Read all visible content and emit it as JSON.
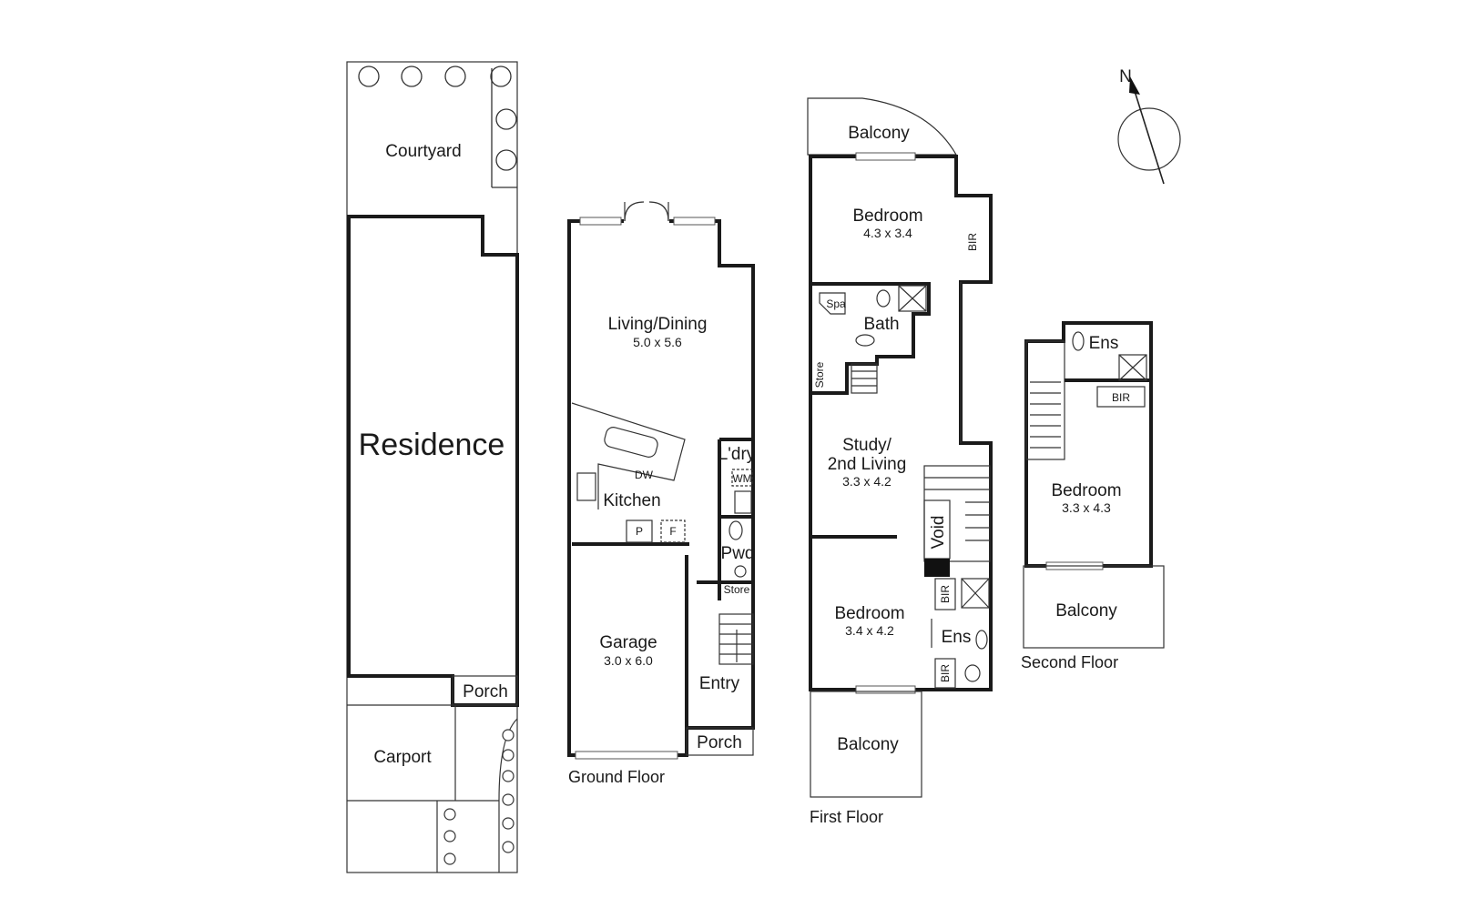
{
  "site": {
    "courtyard": "Courtyard",
    "residence": "Residence",
    "porch": "Porch",
    "carport": "Carport"
  },
  "ground_floor": {
    "title": "Ground Floor",
    "living": {
      "name": "Living/Dining",
      "dims": "5.0 x 5.6"
    },
    "kitchen": "Kitchen",
    "dw": "DW",
    "pantry": "P",
    "fridge": "F",
    "laundry": "L'dry",
    "wm": "WM",
    "pwd": "Pwd",
    "store": "Store",
    "garage": {
      "name": "Garage",
      "dims": "3.0 x 6.0"
    },
    "entry": "Entry",
    "porch": "Porch"
  },
  "first_floor": {
    "title": "First Floor",
    "balcony_top": "Balcony",
    "bedroom1": {
      "name": "Bedroom",
      "dims": "4.3 x 3.4"
    },
    "bir1": "BIR",
    "spa": "Spa",
    "bath": "Bath",
    "store": "Store",
    "study": {
      "line1": "Study/",
      "line2": "2nd Living",
      "dims": "3.3 x 4.2"
    },
    "void": "Void",
    "bedroom2": {
      "name": "Bedroom",
      "dims": "3.4 x 4.2"
    },
    "bir2": "BIR",
    "ens": "Ens",
    "bir3": "BIR",
    "balcony_bottom": "Balcony"
  },
  "second_floor": {
    "title": "Second Floor",
    "ens": "Ens",
    "bir": "BIR",
    "bedroom": {
      "name": "Bedroom",
      "dims": "3.3 x 4.3"
    },
    "balcony": "Balcony"
  },
  "compass": {
    "label": "N"
  }
}
